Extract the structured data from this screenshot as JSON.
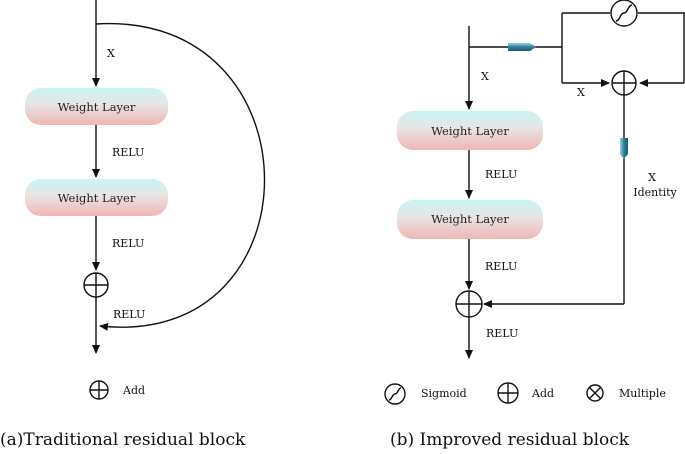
{
  "panel_a": {
    "input_label": "X",
    "layer1": "Weight Layer",
    "relu1": "RELU",
    "layer2": "Weight Layer",
    "relu2": "RELU",
    "relu3": "RELU",
    "legend_add": "Add",
    "caption": "(a)Traditional residual block"
  },
  "panel_b": {
    "input_label": "X",
    "branch_label": "X",
    "identity_x": "X",
    "identity_label": "Identity",
    "layer1": "Weight Layer",
    "relu1": "RELU",
    "layer2": "Weight Layer",
    "relu2": "RELU",
    "relu3": "RELU",
    "legend_sigmoid": "Sigmoid",
    "legend_add": "Add",
    "legend_multiple": "Multiple",
    "caption": "(b) Improved residual block"
  },
  "colors": {
    "box_top": "#bfeef0",
    "box_bottom": "#f0b8b8",
    "arrow_block": "#2f7f9a"
  }
}
